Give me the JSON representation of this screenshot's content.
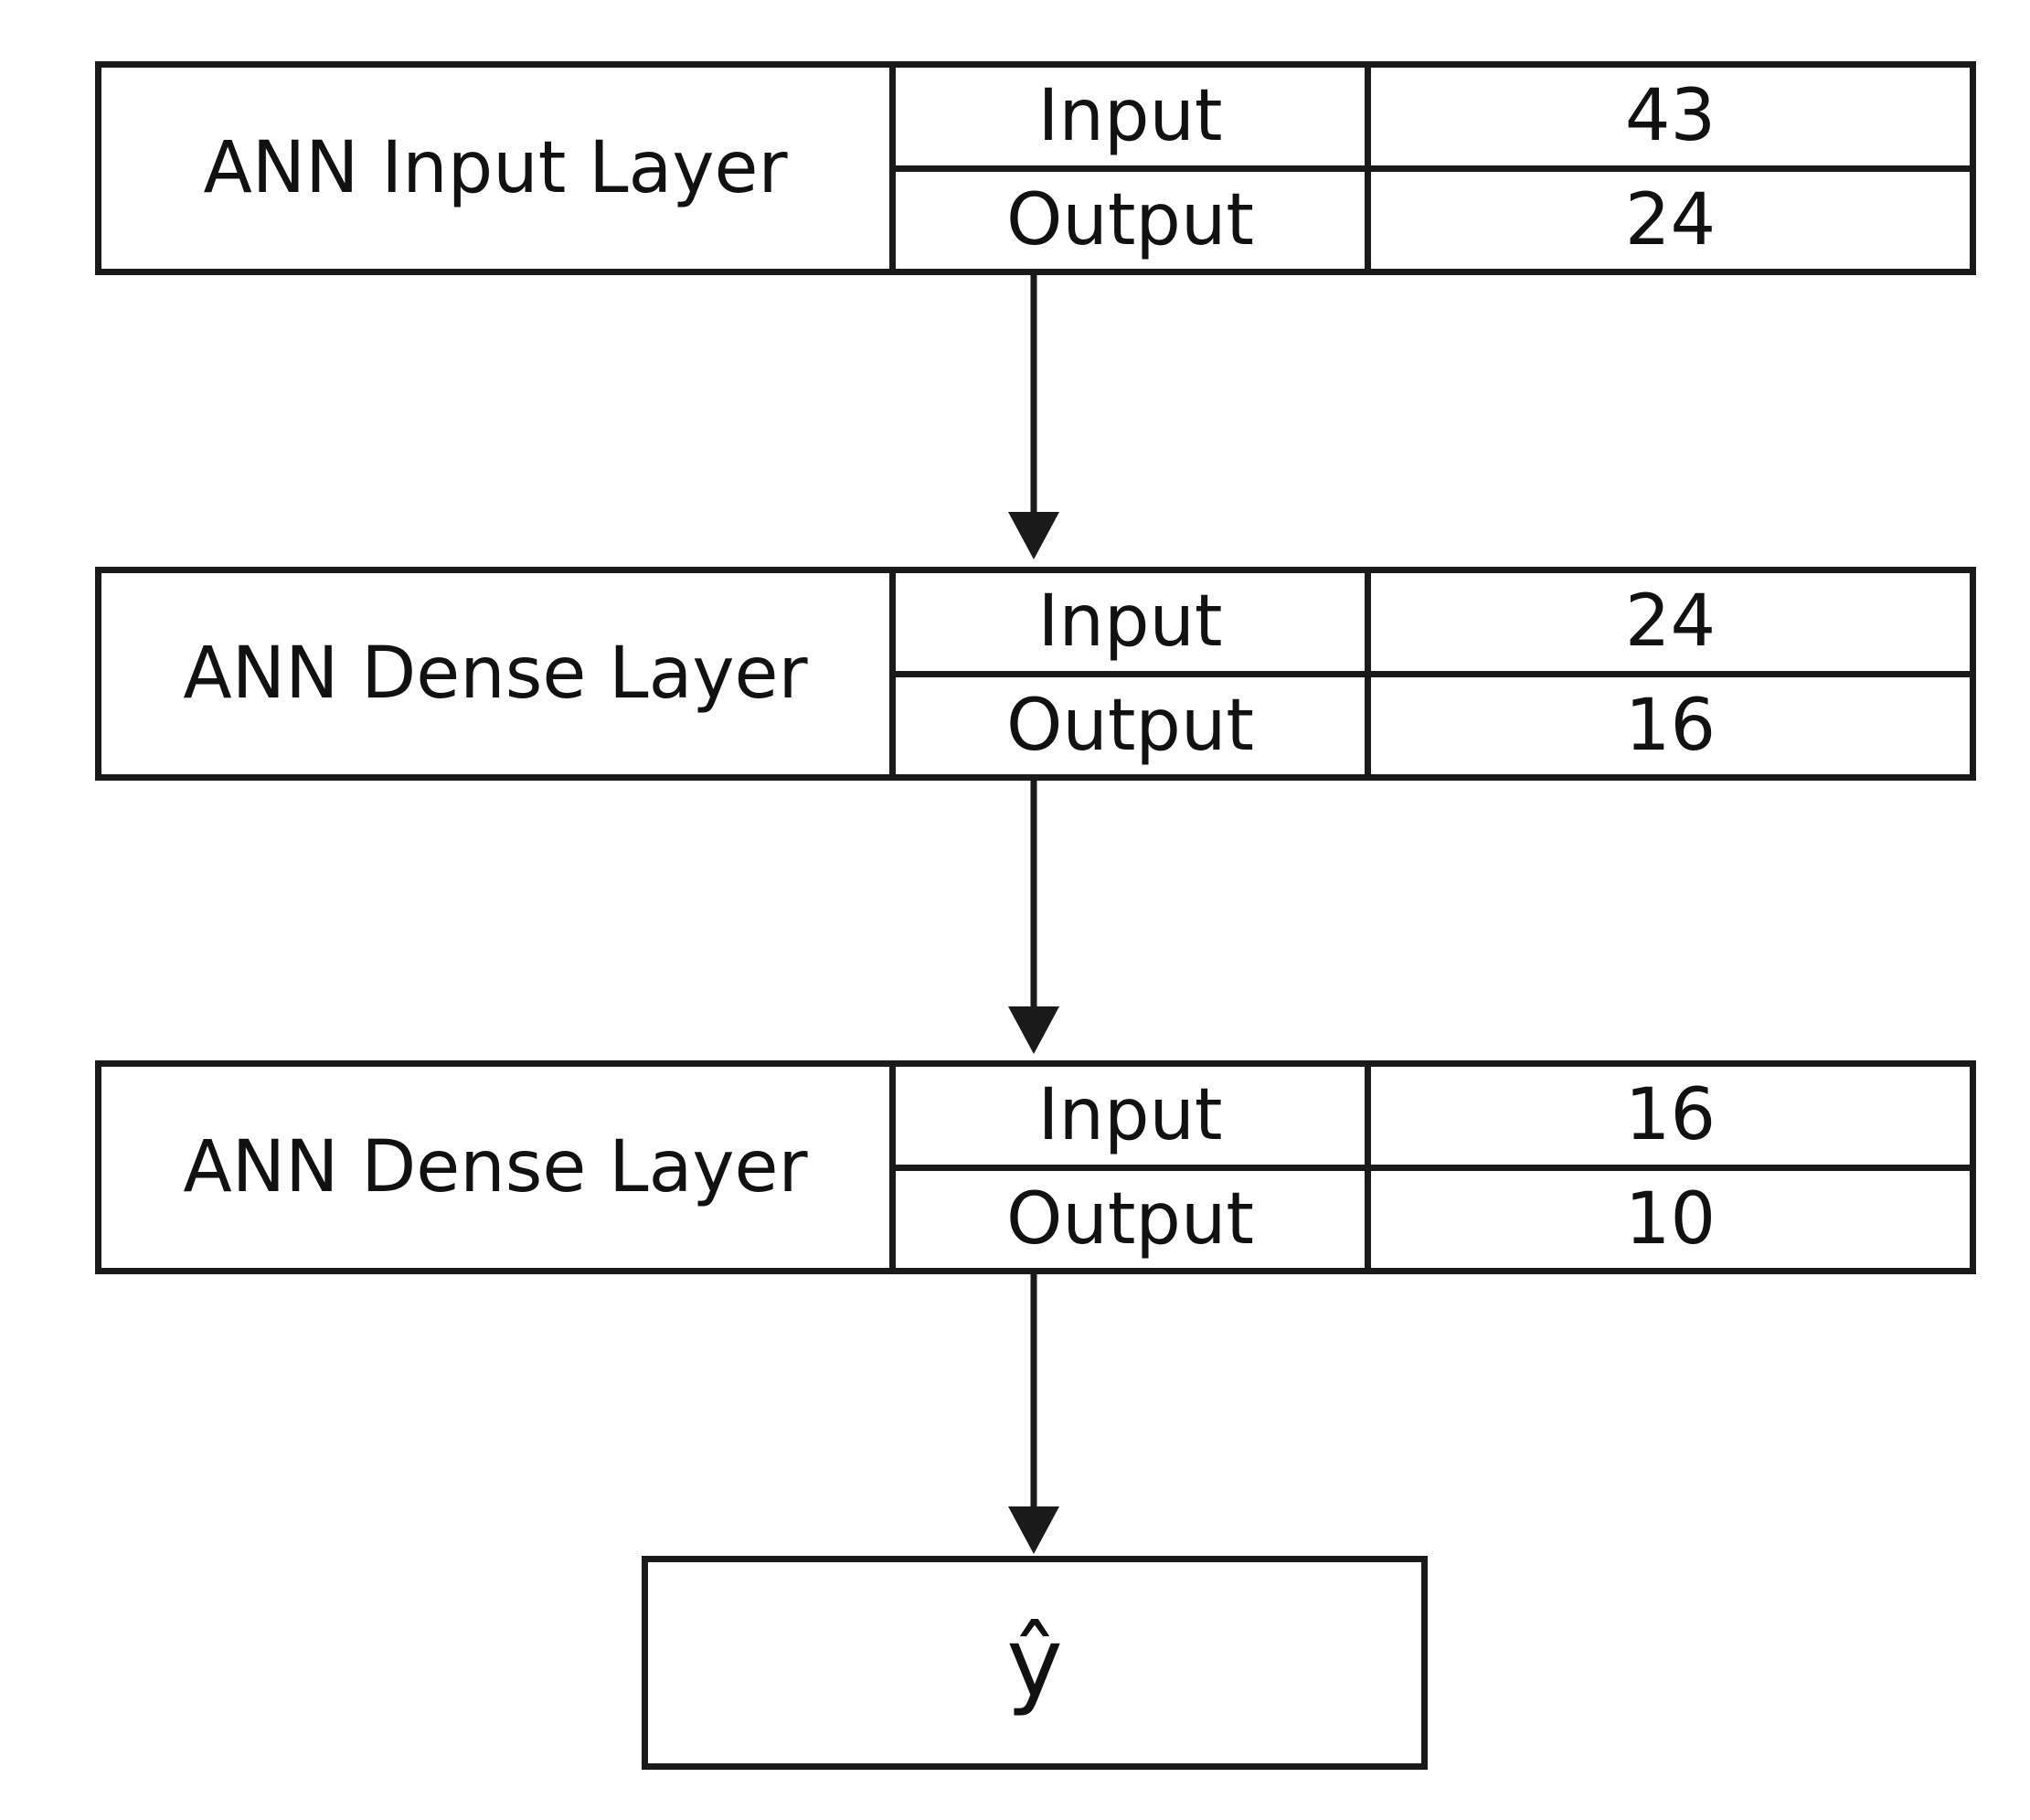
{
  "layers": [
    {
      "name": "ANN Input Layer",
      "input_label": "Input",
      "input_value": "43",
      "output_label": "Output",
      "output_value": "24"
    },
    {
      "name": "ANN Dense Layer",
      "input_label": "Input",
      "input_value": "24",
      "output_label": "Output",
      "output_value": "16"
    },
    {
      "name": "ANN Dense Layer",
      "input_label": "Input",
      "input_value": "16",
      "output_label": "Output",
      "output_value": "10"
    }
  ],
  "output": {
    "label": "ŷ"
  }
}
